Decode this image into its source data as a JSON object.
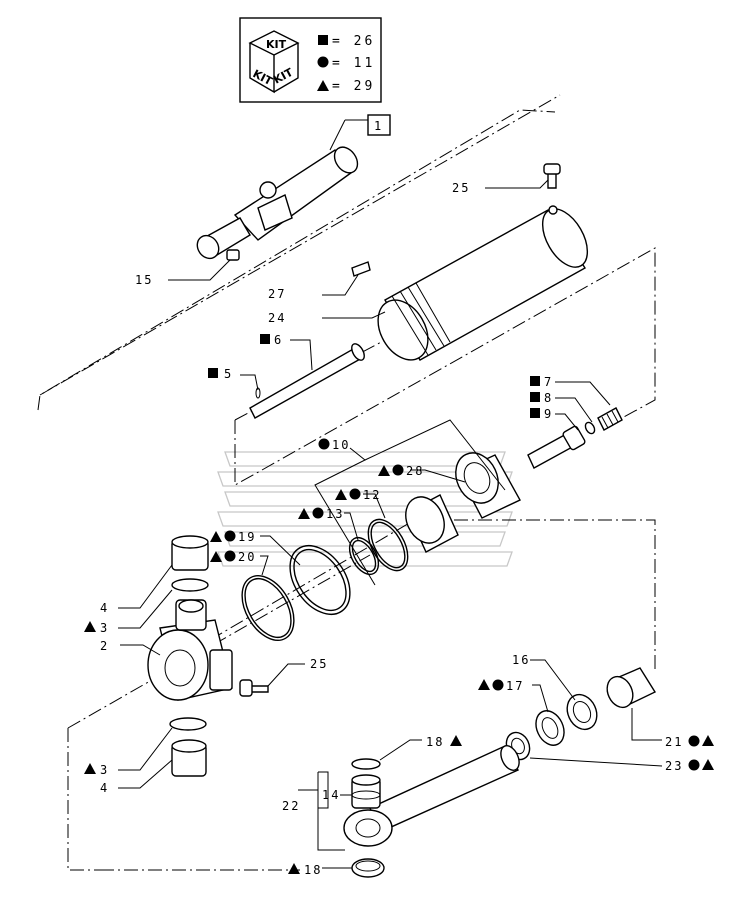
{
  "kit_legend": {
    "label_top": "KIT",
    "label_left": "KIT",
    "label_right": "KIT",
    "square_count": "= 26",
    "circle_count": "= 11",
    "triangle_count": "= 29"
  },
  "assembly_ref": "1",
  "callouts": {
    "c15": "15",
    "c25_top": "25",
    "c27": "27",
    "c24": "24",
    "c6": "6",
    "c5": "5",
    "c7": "7",
    "c8": "8",
    "c9": "9",
    "c10": "10",
    "c28": "28",
    "c12": "12",
    "c13": "13",
    "c19": "19",
    "c20": "20",
    "c4_top": "4",
    "c3_top": "3",
    "c2": "2",
    "c25_mid": "25",
    "c16": "16",
    "c17": "17",
    "c21": "21",
    "c23": "23",
    "c18_top": "18",
    "c3_bot": "3",
    "c4_bot": "4",
    "c14": "14",
    "c22": "22",
    "c18_bot": "18"
  },
  "symbols": {
    "square": "kit-square-symbol",
    "circle": "kit-circle-symbol",
    "triangle": "kit-triangle-symbol"
  }
}
